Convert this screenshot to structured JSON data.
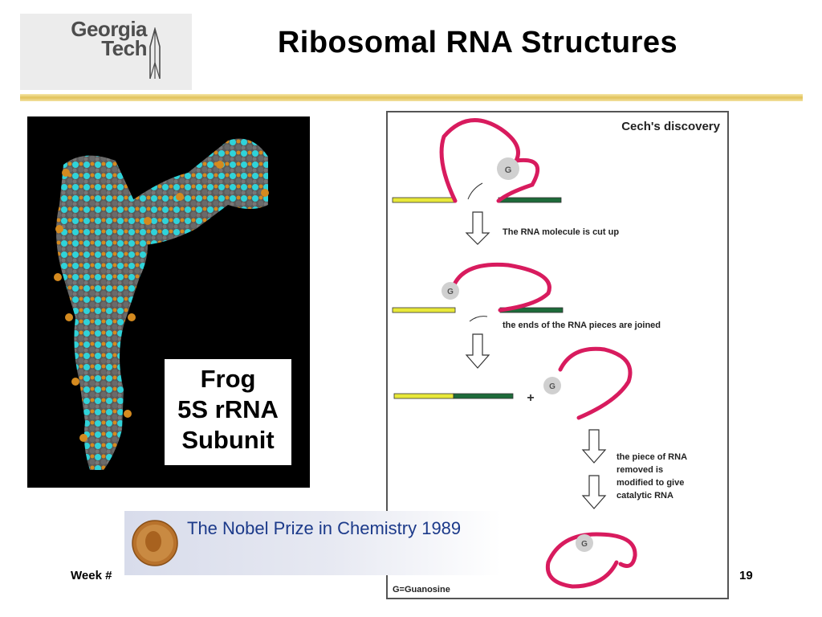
{
  "logo": {
    "line1": "Georgia",
    "line2": "Tech"
  },
  "title": "Ribosomal RNA Structures",
  "frog_label": {
    "line1": "Frog",
    "line2": "5S rRNA",
    "line3": "Subunit"
  },
  "cech": {
    "heading": "Cech's discovery",
    "g_label": "G",
    "step1": "The RNA molecule is cut up",
    "step2": "the ends of the RNA pieces are joined",
    "plus": "+",
    "step3": [
      "the piece of RNA",
      "removed is",
      "modified to give",
      "catalytic RNA"
    ],
    "legend": "G=Guanosine"
  },
  "nobel": {
    "text": "The Nobel Prize in Chemistry 1989"
  },
  "footer": {
    "left": "Week #",
    "page": "19"
  },
  "colors": {
    "rna_strand": "#d81b5e",
    "exon_yellow": "#e8e83a",
    "exon_green": "#1d6b3a",
    "title_rule": "#e2c25a",
    "nobel_text": "#1c3a8a"
  }
}
